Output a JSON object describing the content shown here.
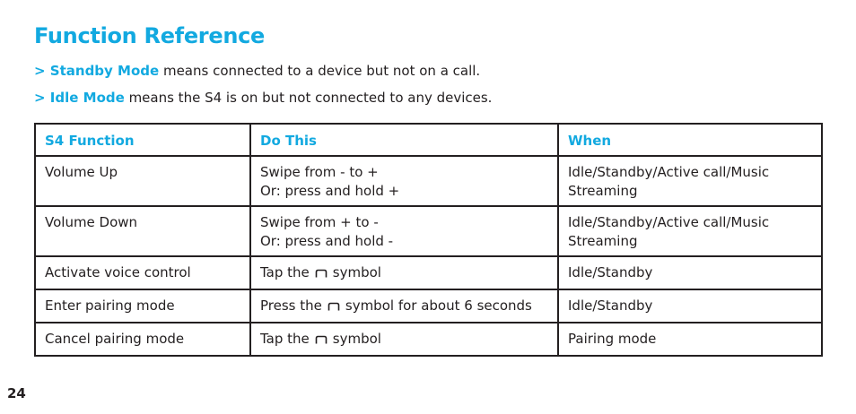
{
  "page": {
    "title": "Function Reference",
    "page_number": "24"
  },
  "definitions": [
    {
      "prefix": "> ",
      "term": "Standby Mode",
      "text": " means connected to a device but not on a call."
    },
    {
      "prefix": "> ",
      "term": "Idle Mode",
      "text": " means the S4 is on but not connected to any devices."
    }
  ],
  "table": {
    "headers": [
      "S4 Function",
      "Do This",
      "When"
    ],
    "rows": [
      {
        "function": "Volume Up",
        "do_line1": "Swipe from - to +",
        "do_line2": "Or: press and hold +",
        "when": "Idle/Standby/Active call/Music Streaming"
      },
      {
        "function": "Volume Down",
        "do_line1": "Swipe from + to -",
        "do_line2": "Or: press and hold -",
        "when": "Idle/Standby/Active call/Music Streaming"
      },
      {
        "function": "Activate voice control",
        "do_before": "Tap the",
        "do_after": "symbol",
        "when": "Idle/Standby"
      },
      {
        "function": "Enter pairing mode",
        "do_before": "Press the",
        "do_after": "symbol for about 6 seconds",
        "when": "Idle/Standby"
      },
      {
        "function": "Cancel pairing mode",
        "do_before": "Tap the",
        "do_after": "symbol",
        "when": "Pairing mode"
      }
    ],
    "symbol_icon": "multifunction-button-icon"
  },
  "colors": {
    "accent": "#12a9e0",
    "text": "#231f20",
    "border": "#231f20"
  }
}
